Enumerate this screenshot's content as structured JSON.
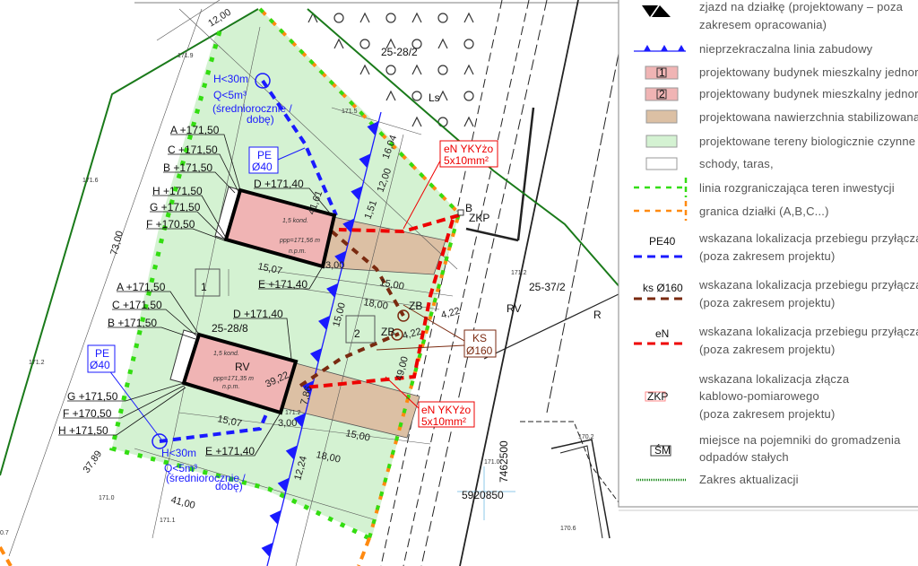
{
  "legend": {
    "items": [
      {
        "id": "access",
        "lines": [
          "zjazd na działkę (projektowany  – poza",
          "zakresem opracowania)"
        ]
      },
      {
        "id": "building-line",
        "lines": [
          "nieprzekraczalna linia zabudowy"
        ]
      },
      {
        "id": "building-1",
        "badge": "1",
        "lines": [
          "projektowany budynek mieszkalny jednorodz"
        ]
      },
      {
        "id": "building-2",
        "badge": "2",
        "lines": [
          "projektowany budynek mieszkalny jednorodz"
        ]
      },
      {
        "id": "stabilized",
        "lines": [
          "projektowana nawierzchnia stabilizowana"
        ]
      },
      {
        "id": "bio",
        "lines": [
          "projektowane tereny biologicznie czynne"
        ]
      },
      {
        "id": "stairs",
        "lines": [
          "schody, taras,"
        ]
      },
      {
        "id": "investment-line",
        "lines": [
          "linia rozgraniczająca teren inwestycji"
        ]
      },
      {
        "id": "plot-border",
        "lines": [
          "granica działki (A,B,C...)"
        ]
      },
      {
        "id": "pe40",
        "symbol": "PE40",
        "lines": [
          "wskazana lokalizacja przebiegu przyłącza",
          "(poza zakresem projektu)"
        ]
      },
      {
        "id": "ks160",
        "symbol": "ks Ø160",
        "lines": [
          "wskazana lokalizacja przebiegu przyłącza",
          "(poza zakresem projektu)"
        ]
      },
      {
        "id": "en",
        "symbol": "eN",
        "lines": [
          "wskazana lokalizacja przebiegu przyłącza",
          "(poza zakresem projektu)"
        ]
      },
      {
        "id": "zkp",
        "symbol": "ZKP",
        "lines": [
          "wskazana lokalizacja złącza",
          "kablowo-pomiarowego",
          "(poza zakresem projektu)"
        ]
      },
      {
        "id": "sm",
        "symbol": "ŚM",
        "lines": [
          "miejsce na pojemniki do gromadzenia",
          "odpadów stałych"
        ]
      },
      {
        "id": "update",
        "lines": [
          "Zakres aktualizacji"
        ]
      }
    ]
  },
  "colors": {
    "bio_fill": "#d4f2d2",
    "building_fill": "#f0b4b4",
    "stabilized_fill": "#dcc0a4",
    "green_line": "#33dd11",
    "orange_line": "#ff8a10",
    "blue": "#1a1aff",
    "red": "#ee0000",
    "brown": "#7a2a10",
    "dark_green": "#1a7a1a"
  },
  "plan": {
    "parcels": {
      "p1": "25-28/2",
      "p2": "25-28/8",
      "p3": "25-37/2",
      "rv_road": "RV",
      "r": "R",
      "ls": "Ls"
    },
    "b1": {
      "no": "1",
      "floors": "1,5 kond.",
      "ppp": "ppp=171,56 m",
      "npm": "n.p.m.",
      "A": "A +171,50",
      "C": "C +171,50",
      "B": "B +171,50",
      "H": "H +171,50",
      "G": "G +171,50",
      "F": "F +170,50",
      "D": "D +171,40",
      "E": "E +171,40"
    },
    "b2": {
      "no": "2",
      "rv": "RV",
      "floors": "1,5 kond.",
      "ppp": "ppp=171,35 m",
      "npm": "n.p.m.",
      "A": "A +171,50",
      "C": "C +171,50",
      "B": "B +171,50",
      "H": "H +171,50",
      "G": "G +171,50",
      "F": "F +170,50",
      "D": "D +171,40",
      "E": "E +171,40"
    },
    "well": {
      "h": "H<30m",
      "q": "Q<5m³",
      "avg": "(średniorocznie /",
      "day": "dobę)"
    },
    "pe": {
      "l1": "PE",
      "l2": "Ø40"
    },
    "en": {
      "l1": "eN YKYżo",
      "l2": "5x10mm²"
    },
    "ks": {
      "l1": "KS",
      "l2": "Ø160"
    },
    "point_b": "B",
    "zkp": "ZKP",
    "zb": "ZB",
    "dims": {
      "d12": "12,00",
      "d73": "73,00",
      "d1507": "15,07",
      "d300": "3,00",
      "d1500": "15,00",
      "d1800": "18,00",
      "d4161": "41,61",
      "d1604": "16,04",
      "d1200": "12,00",
      "d151": "1,51",
      "d4222": "4,22",
      "d4900": "49,00",
      "d3922": "39,22",
      "d786": "7,86",
      "d1224": "12,24",
      "d4100": "41,00",
      "d3789": "37,89"
    },
    "coord": {
      "x": "5920850",
      "y": "7462500"
    },
    "elev": {
      "e1": "171.9",
      "e2": "171.5",
      "e3": "171.6",
      "e4": "171.2",
      "e5": "171.0",
      "e6": "171.1",
      "e7": "171.0",
      "e8": "170.6",
      "e9": "171.2",
      "e10": "170.2",
      "e11": "0.7",
      "e12": "171.2"
    }
  }
}
